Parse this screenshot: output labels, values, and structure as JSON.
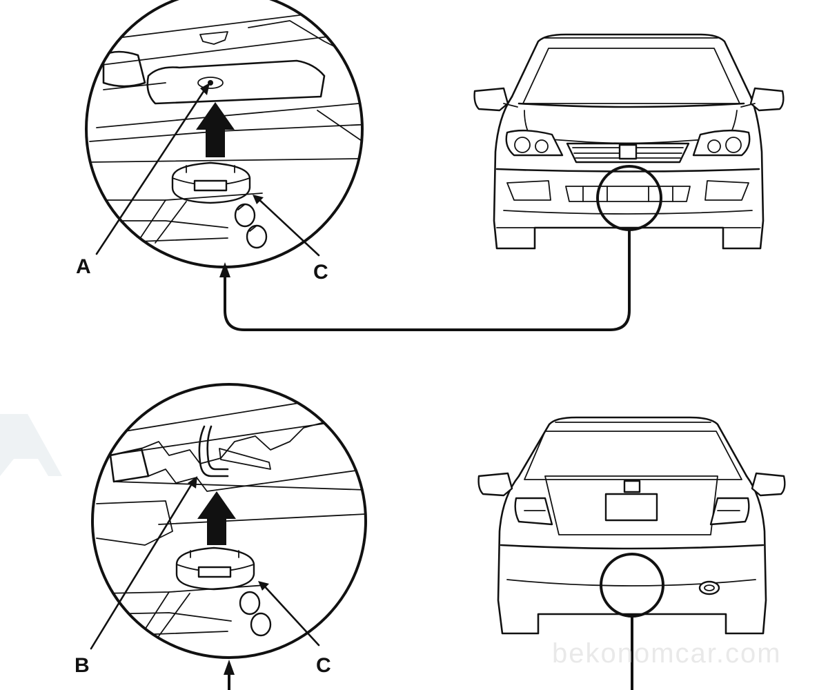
{
  "callouts": {
    "top_left_pointer": "A",
    "top_right_pointer": "C",
    "bottom_left_pointer": "B",
    "bottom_right_pointer": "C"
  },
  "watermark": "bekonomcar.com",
  "colors": {
    "ink": "#111111",
    "paper": "#ffffff",
    "watermark": "#e9e9e9"
  }
}
